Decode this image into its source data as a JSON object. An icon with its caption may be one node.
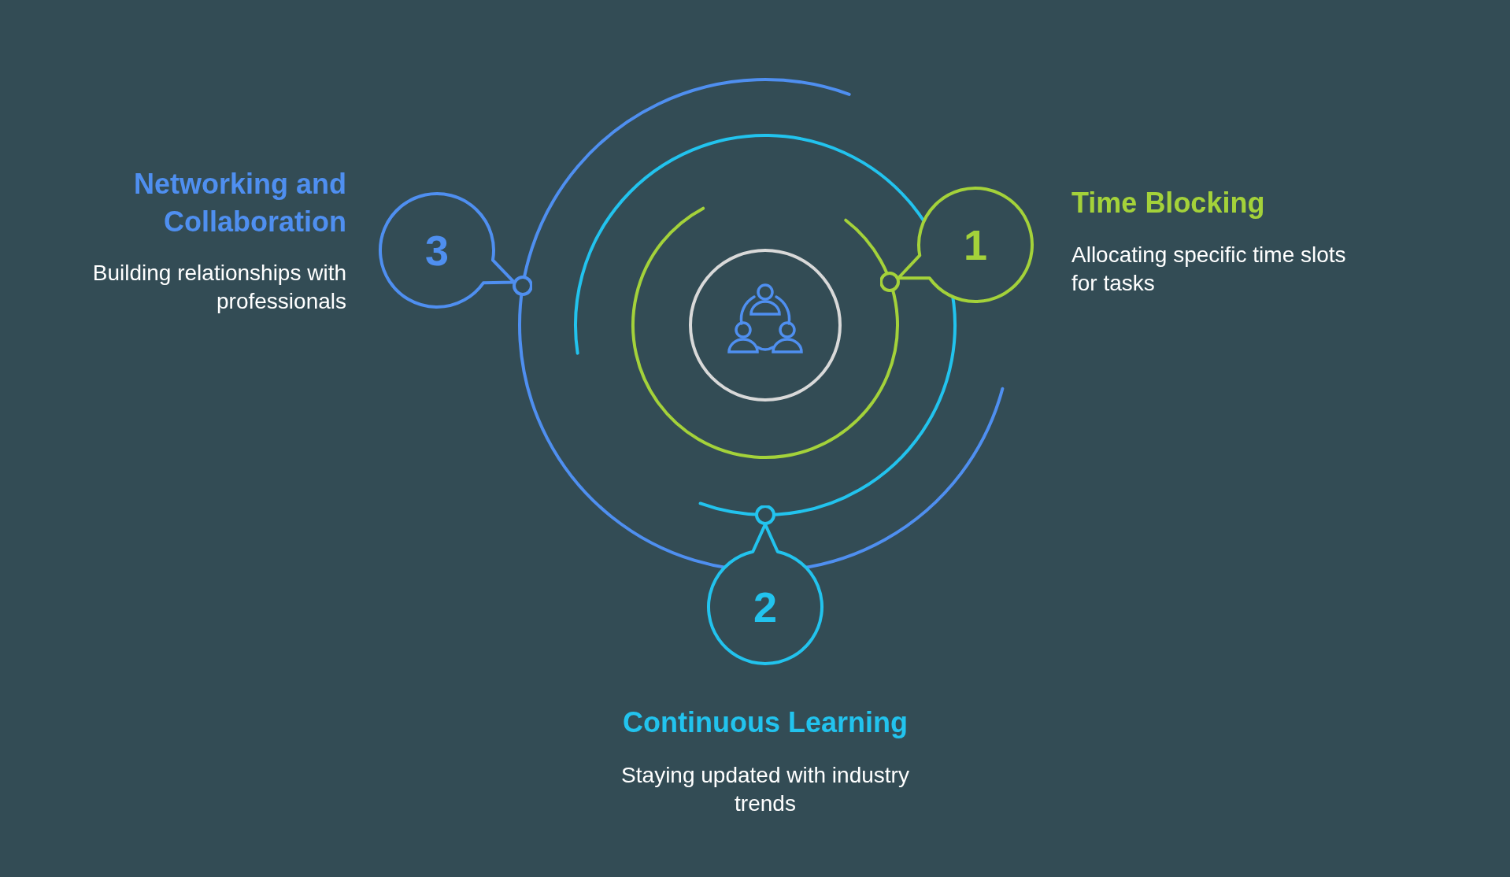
{
  "diagram": {
    "nodes": [
      {
        "text": [],
        "shape": "circle"
      },
      {
        "text": [
          "1"
        ],
        "beside": [
          "Time Blocking",
          "Allocating specific time slots for tasks"
        ]
      },
      {
        "text": [
          "2"
        ],
        "beside": [
          "Continuous Learning",
          "Staying updated with industry trends"
        ]
      },
      {
        "text": [
          "3"
        ],
        "beside": [
          "Networking and Collaboration",
          "Building relationships with professionals"
        ]
      }
    ]
  }
}
